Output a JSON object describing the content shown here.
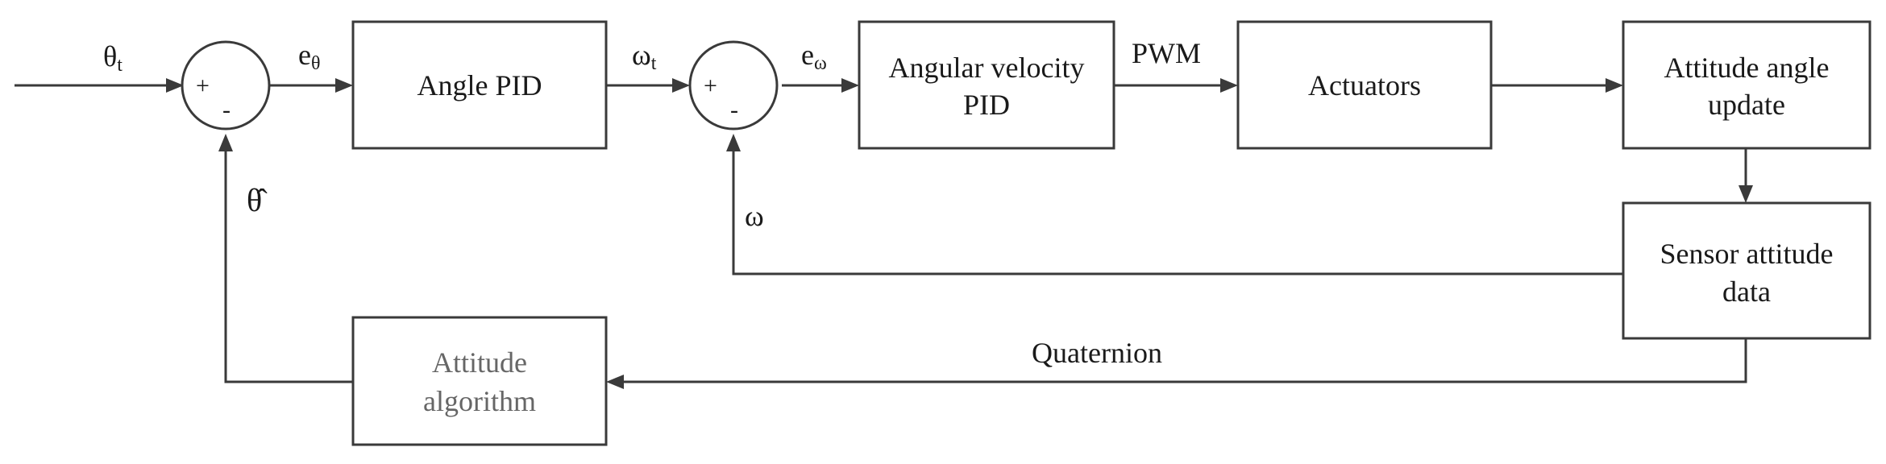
{
  "blocks": {
    "angle_pid": "Angle PID",
    "angular_velocity_pid": [
      "Angular velocity",
      "PID"
    ],
    "actuators": "Actuators",
    "attitude_angle_update": [
      "Attitude angle",
      "update"
    ],
    "sensor_attitude_data": [
      "Sensor attitude",
      "data"
    ],
    "attitude_algorithm": [
      "Attitude",
      "algorithm"
    ]
  },
  "signals": {
    "theta_target": {
      "main": "θ",
      "sub": "t"
    },
    "angle_error": {
      "main": "e",
      "sub": "θ"
    },
    "omega_target": {
      "main": "ω",
      "sub": "t"
    },
    "rate_error": {
      "main": "e",
      "sub": "ω"
    },
    "pwm": "PWM",
    "omega": "ω",
    "theta_hat": "θ̂",
    "quaternion": "Quaternion"
  },
  "summing_junctions": {
    "angle": {
      "plus": "+",
      "minus": "-"
    },
    "rate": {
      "plus": "+",
      "minus": "-"
    }
  }
}
